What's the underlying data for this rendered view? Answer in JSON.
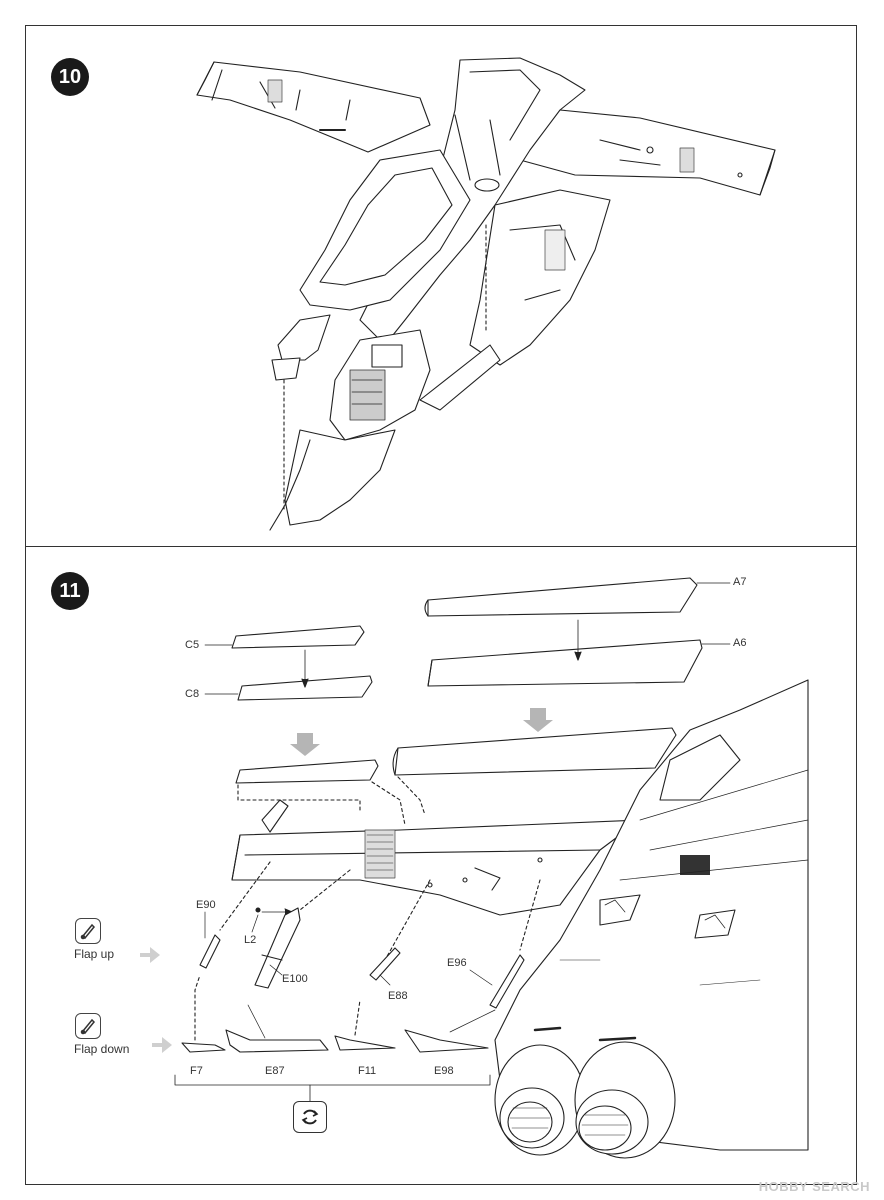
{
  "steps": {
    "step10": "10",
    "step11": "11"
  },
  "part_labels": {
    "a7": "A7",
    "a6": "A6",
    "c5": "C5",
    "c8": "C8",
    "e90": "E90",
    "l2": "L2",
    "e100": "E100",
    "e88": "E88",
    "e96": "E96",
    "f7": "F7",
    "e87": "E87",
    "f11": "F11",
    "e98": "E98"
  },
  "flap": {
    "up_label": "Flap up",
    "down_label": "Flap down"
  },
  "watermark": "HOBBY SEARCH",
  "icons": {
    "flap_icon": "pencil-icon",
    "flip_icon": "rotate-icon",
    "step_badge": "number-badge"
  }
}
